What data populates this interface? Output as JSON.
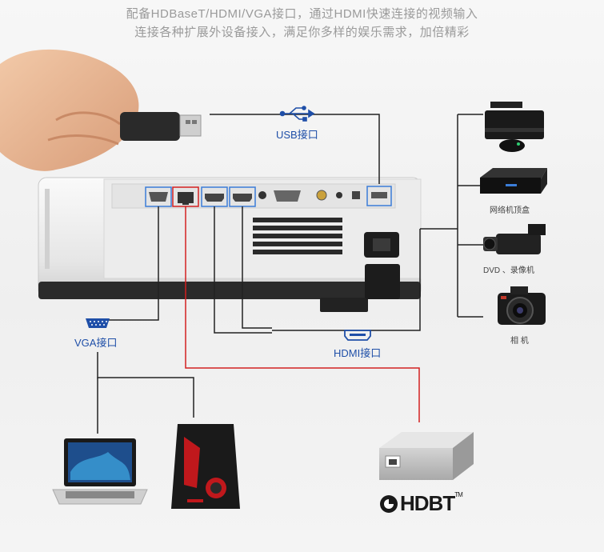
{
  "headline": {
    "line1": "配备HDBaseT/HDMI/VGA接口，通过HDMI快速连接的视频输入",
    "line2": "连接各种扩展外设备接入，满足你多样的娱乐需求，加倍精彩"
  },
  "labels": {
    "usb": "USB接口",
    "vga": "VGA接口",
    "hdmi": "HDMI接口",
    "hdbt_logo": "HDBT",
    "hdbt_tm": "TM"
  },
  "devices": {
    "settop": "网络机顶盒",
    "dvd": "DVD 、录像机",
    "camera": "相 机"
  },
  "colors": {
    "port_highlight": "#3b7dd8",
    "hdbt_line": "#d32020",
    "label_blue": "#1f4fa8"
  },
  "icons": {
    "usb": "usb-trident-icon",
    "vga": "vga-connector-icon",
    "hdmi": "hdmi-connector-icon"
  }
}
